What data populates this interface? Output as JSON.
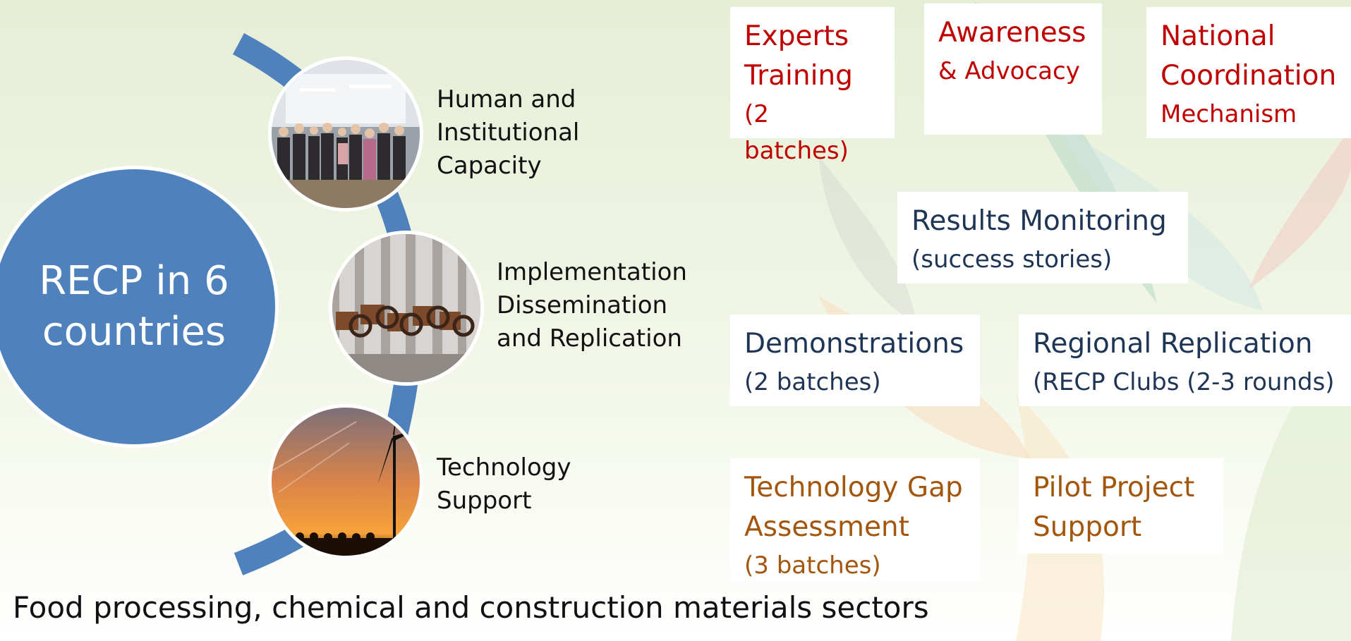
{
  "hub": {
    "title": "RECP in 6\ncountries",
    "color": "#4f81bd"
  },
  "pillars": [
    {
      "label": "Human and\nInstitutional\nCapacity",
      "image": "group-photo"
    },
    {
      "label": "Implementation\nDissemination\nand Replication",
      "image": "valves-photo"
    },
    {
      "label": "Technology\nSupport",
      "image": "wind-turbine-sunset-photo"
    }
  ],
  "boxes": {
    "experts": {
      "line1": "Experts\nTraining",
      "line2": "(2 batches)",
      "color": "#c00000"
    },
    "awareness": {
      "line1": "Awareness",
      "line2": "& Advocacy",
      "color": "#c00000"
    },
    "national": {
      "line1": "National\nCoordination",
      "line2": "Mechanism",
      "color": "#c00000"
    },
    "results": {
      "line1": "Results Monitoring",
      "line2": "(success stories)",
      "color": "#1f3556"
    },
    "demonstrations": {
      "line1": "Demonstrations",
      "line2": "(2 batches)",
      "color": "#1f3556"
    },
    "regional": {
      "line1": "Regional Replication",
      "line2": "(RECP Clubs  (2-3 rounds)",
      "color": "#1f3556"
    },
    "techgap": {
      "line1": "Technology Gap\nAssessment",
      "line2": "(3 batches)",
      "color": "#a3560e"
    },
    "pilot": {
      "line1": "Pilot Project\nSupport",
      "line2": "",
      "color": "#a3560e"
    }
  },
  "footer": "Food processing,  chemical and construction materials sectors"
}
